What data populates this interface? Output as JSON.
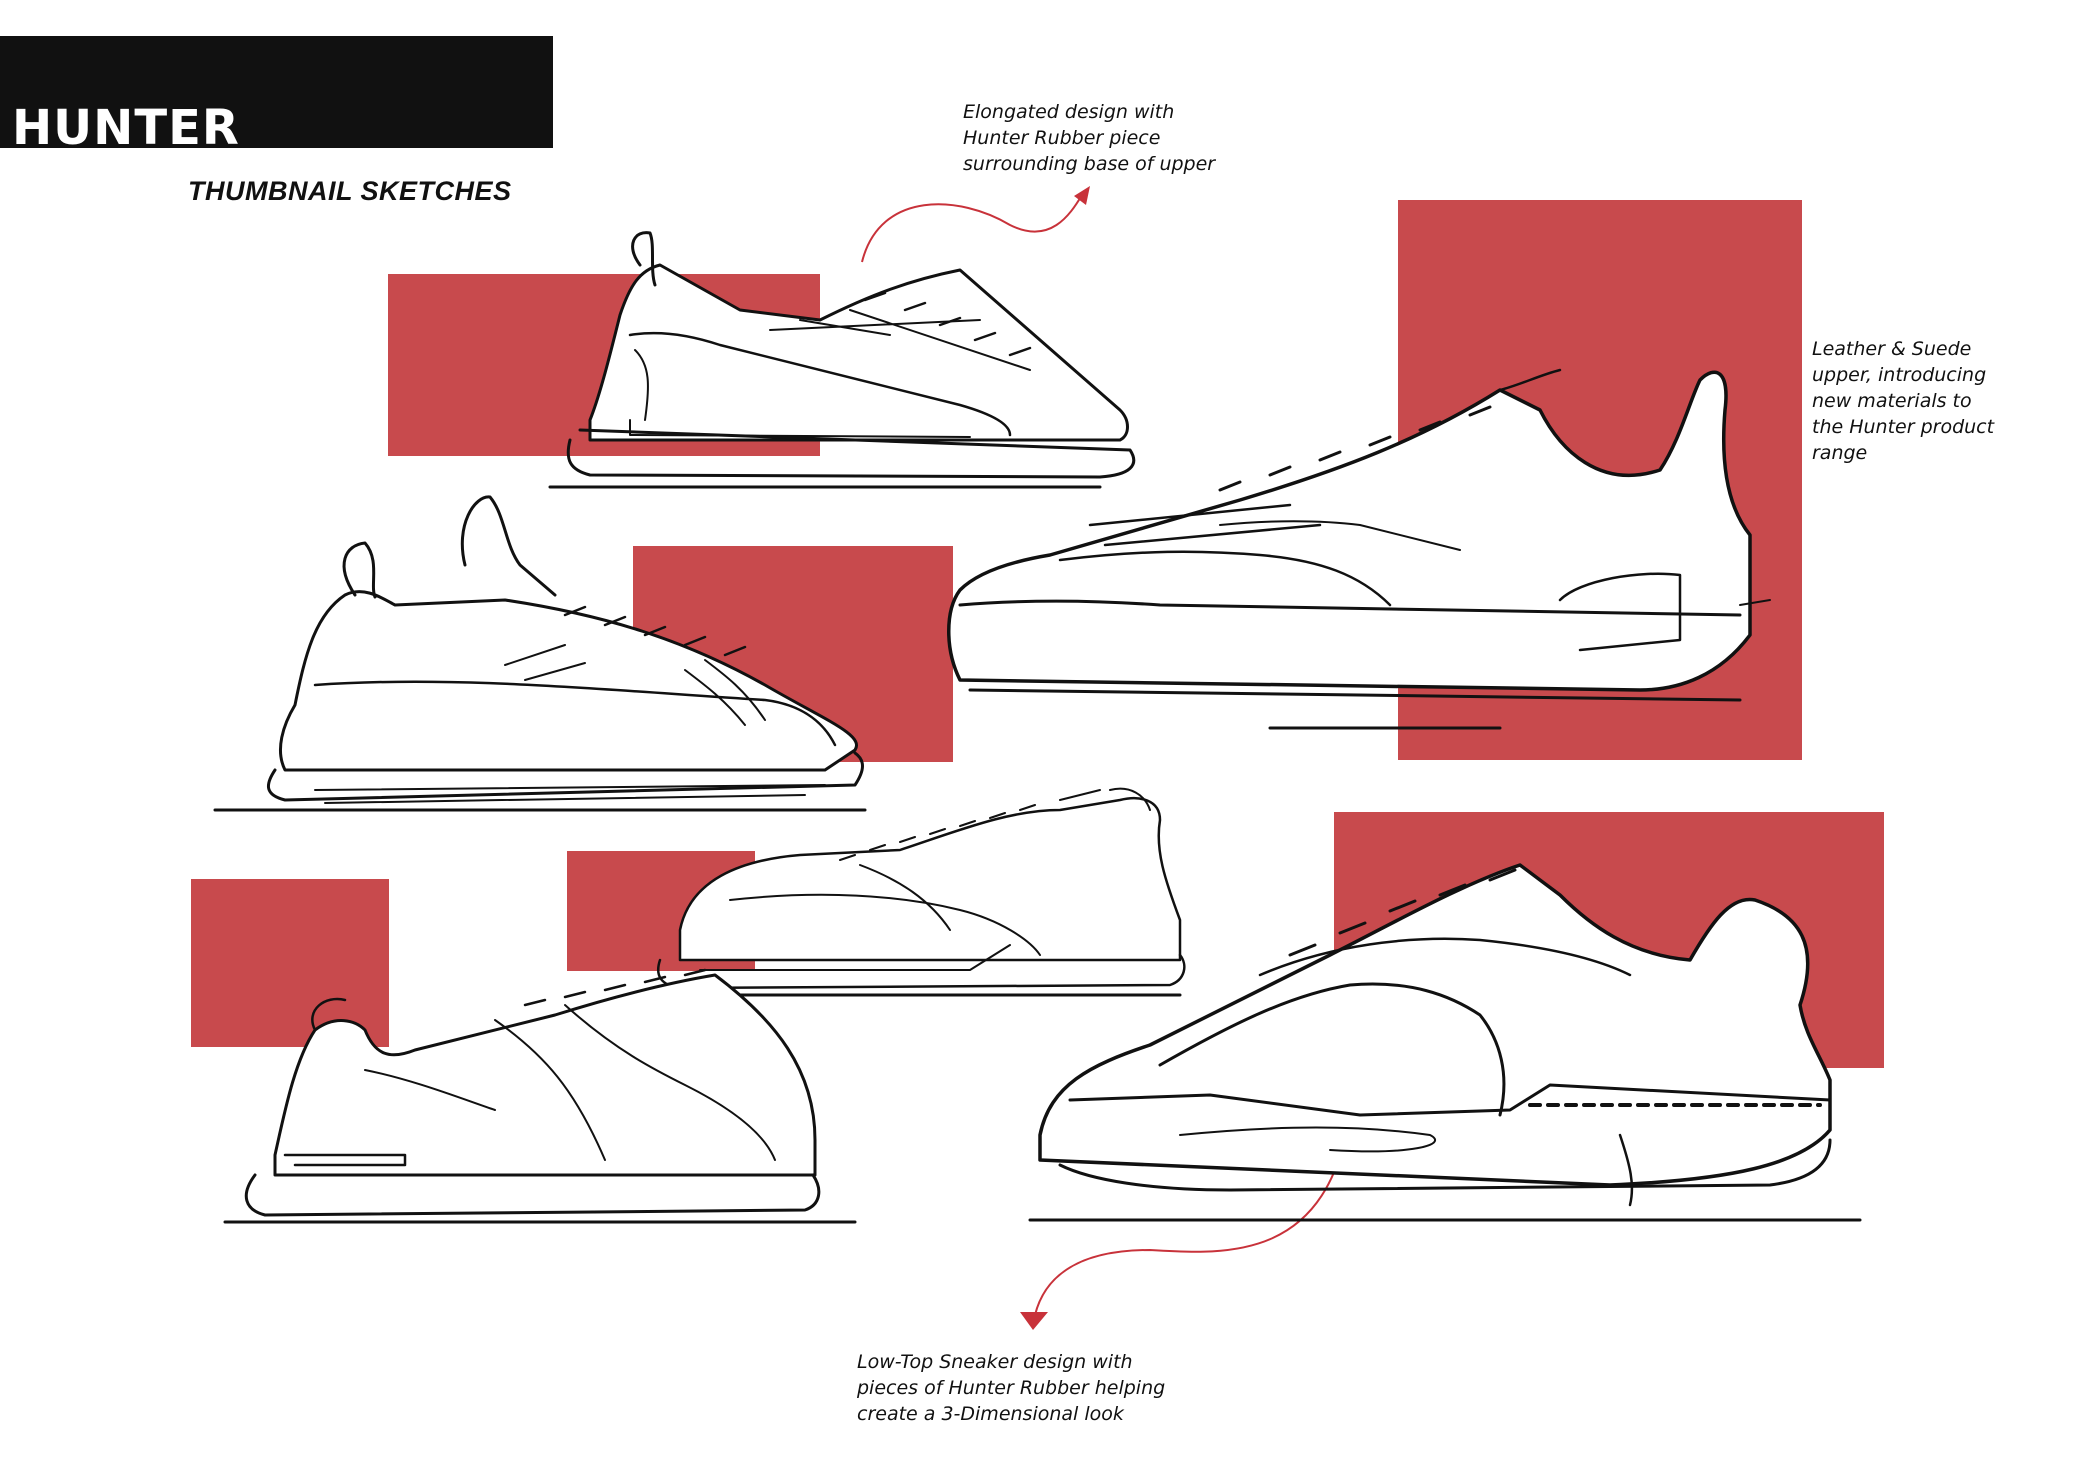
{
  "header": {
    "brand": "HUNTER",
    "subtitle": "THUMBNAIL SKETCHES"
  },
  "colors": {
    "accent_red": "#c84a4d",
    "header_black": "#111111",
    "arrow_red": "#c8323a"
  },
  "annotations": {
    "top": {
      "lines": [
        "Elongated design with",
        "Hunter Rubber piece",
        "surrounding base of upper"
      ]
    },
    "right": {
      "lines": [
        "Leather & Suede",
        "upper, introducing",
        "new materials to",
        "the Hunter product",
        "range"
      ]
    },
    "bottom": {
      "lines": [
        "Low-Top Sneaker design with",
        "pieces of Hunter Rubber helping",
        "create a 3-Dimensional look"
      ]
    }
  },
  "sketches": [
    {
      "name": "sneaker-sketch-1"
    },
    {
      "name": "sneaker-sketch-2"
    },
    {
      "name": "sneaker-sketch-3"
    },
    {
      "name": "sneaker-sketch-4"
    },
    {
      "name": "sneaker-sketch-5"
    },
    {
      "name": "sneaker-sketch-6"
    }
  ]
}
